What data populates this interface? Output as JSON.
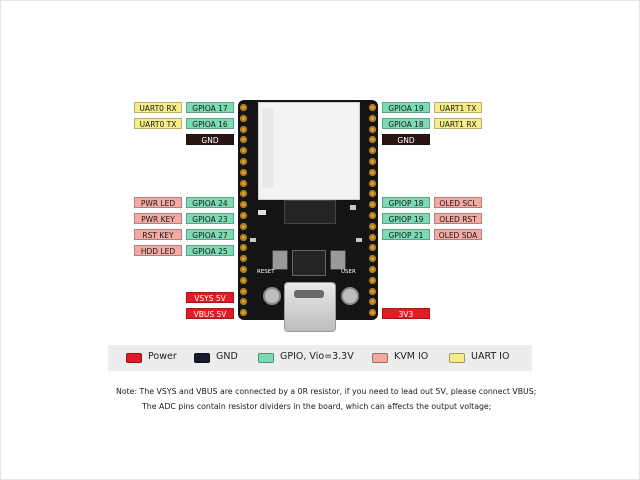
{
  "left_labels": [
    {
      "func": "UART0 RX",
      "gpio": "GPIOA 17"
    },
    {
      "func": "UART0 TX",
      "gpio": "GPIOA 16"
    },
    {
      "gnd": "GND"
    },
    {
      "func": "PWR LED",
      "gpio": "GPIOA 24"
    },
    {
      "func": "PWR KEY",
      "gpio": "GPIOA 23"
    },
    {
      "func": "RST KEY",
      "gpio": "GPIOA 27"
    },
    {
      "func": "HDD LED",
      "gpio": "GPIOA 25"
    },
    {
      "power": "VSYS 5V"
    },
    {
      "power": "VBUS 5V"
    }
  ],
  "right_labels": [
    {
      "gpio": "GPIOA 19",
      "func": "UART1 TX"
    },
    {
      "gpio": "GPIOA 18",
      "func": "UART1 RX"
    },
    {
      "gnd": "GND"
    },
    {
      "gpio": "GPIOP 18",
      "func": "OLED SCL"
    },
    {
      "gpio": "GPIOP 19",
      "func": "OLED RST"
    },
    {
      "gpio": "GPIOP 21",
      "func": "OLED SDA"
    },
    {
      "power": "3V3"
    }
  ],
  "board": {
    "reset_label": "RESET",
    "user_label": "USER"
  },
  "legend": [
    {
      "label": "Power",
      "color": "#e21b24"
    },
    {
      "label": "GND",
      "color": "#1a1a2e"
    },
    {
      "label": "GPIO, Vio=3.3V",
      "color": "#7ddbb4"
    },
    {
      "label": "KVM IO",
      "color": "#f2aaa3"
    },
    {
      "label": "UART IO",
      "color": "#f7ec8a"
    }
  ],
  "note": {
    "line1": "Note:  The VSYS and VBUS are connected by a 0R resistor, if you need to lead out 5V, please connect VBUS;",
    "line2": "The ADC pins contain resistor dividers in the board, which can affects the output voltage;"
  }
}
